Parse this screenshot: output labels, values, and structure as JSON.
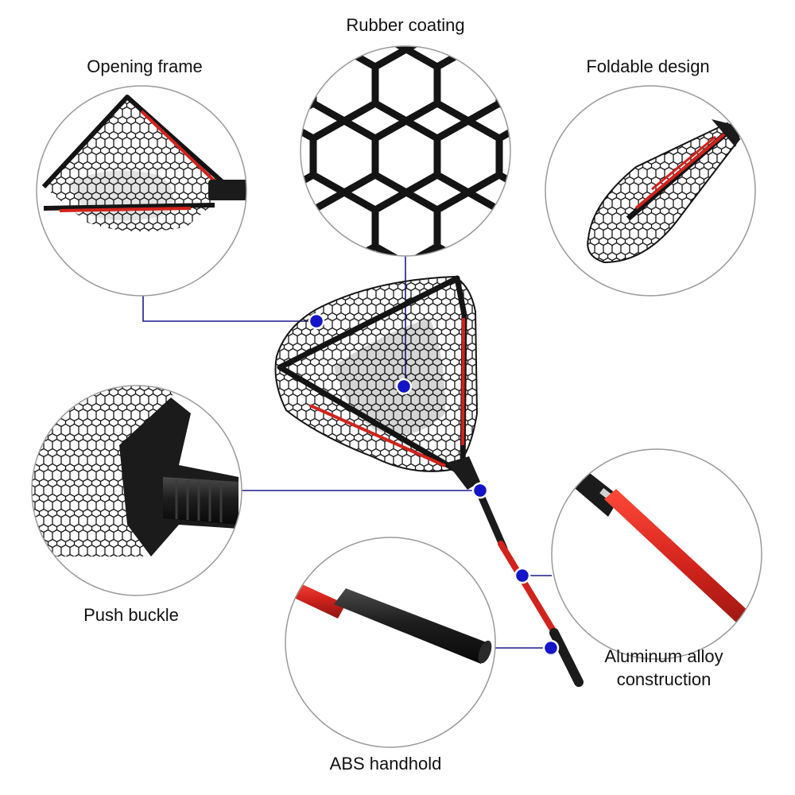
{
  "labels": {
    "rubber_coating": "Rubber coating",
    "opening_frame": "Opening frame",
    "foldable_design": "Foldable design",
    "push_buckle": "Push buckle",
    "aluminum_line1": "Aluminum alloy",
    "aluminum_line2": "construction",
    "abs_handhold": "ABS handhold"
  },
  "colors": {
    "callout_line": "#1a1a8c",
    "callout_dot": "#1414c8",
    "circle_border": "#9a9a9a",
    "net": "#151515",
    "frame_red": "#d2231c",
    "handle_black": "#1b1b1b"
  }
}
